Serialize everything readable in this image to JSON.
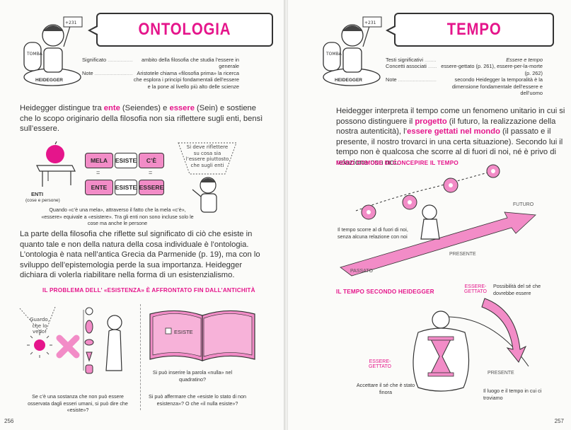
{
  "left_page": {
    "title": "ONTOLOGIA",
    "figure_label": "HEIDEGGER",
    "flag_text": "+231",
    "tomb_text": "TOMBA",
    "definitions": [
      {
        "term": "Significato",
        "value": "ambito della filosofia che studia l’essere in generale"
      },
      {
        "term": "Note",
        "value": "Aristotele chiama «filosofia prima» la ricerca che esplora i principi fondamentali dell’essere e la pone al livello più alto delle scienze"
      }
    ],
    "intro": {
      "p1": "Heidegger distingue tra ",
      "ente": "ente",
      "p2": " (Seiendes) e ",
      "essere": "essere",
      "p3": " (Sein) e sostiene che lo scopo originario della filosofia non sia riflettere sugli enti, bensì sull’essere."
    },
    "enti_label": "ENTI",
    "enti_sub": "(cose e persone)",
    "pills_top": [
      "MELA",
      "ESISTE",
      "C’È"
    ],
    "pills_bottom": [
      "ENTE",
      "ESISTE",
      "ESSERE"
    ],
    "eq_sign": "=",
    "bubble_thought": "Si deve riflettere su cosa sia l’essere piuttosto che sugli enti",
    "caption1": "Quando «c’è una mela», attraverso il fatto che la mela «c’è», «essere» equivale a «esistere». Tra gli enti non sono incluse solo le cose ma anche le persone",
    "paragraph2": "La parte della filosofia che riflette sul significato di ciò che esiste in quanto tale e non della natura della cosa individuale è l’ontologia. L’ontologia è nata nell’antica Grecia da Parmenide (p. 19), ma con lo sviluppo dell’epistemologia perde la sua importanza. Heidegger dichiara di volerla riabilitare nella forma di un esistenzialismo.",
    "section_title": "IL PROBLEMA DELL’ «ESISTENZA» È AFFRONTATO FIN DALL’ANTICHITÀ",
    "look_bubble": "Guardo, che lo vedo!",
    "book_word": "ESISTE",
    "caption_book": "Si può inserire la parola «nulla» nel quadratino?",
    "caption_bottom_left": "Se c’è una sostanza che non può essere osservata dagli esseri umani, si può dire che «esiste»?",
    "caption_bottom_right": "Si può affermare che «esiste lo stato di non esistenza»? O che «il nulla esiste»?",
    "page_number": "256"
  },
  "right_page": {
    "title": "TEMPO",
    "figure_label": "HEIDEGGER",
    "flag_text": "+231",
    "tomb_text": "TOMBA",
    "definitions": [
      {
        "term": "Testi significativi",
        "value": "Essere e tempo"
      },
      {
        "term": "Concetti associati",
        "value": "essere-gettato (p. 261), essere-per-la-morte (p. 262)"
      },
      {
        "term": "Note",
        "value": "secondo Heidegger la temporalità è la dimensione fondamentale dell’essere e dell’uomo"
      }
    ],
    "intro": {
      "p1": "Heidegger interpreta il tempo come un fenomeno unitario in cui si possono distinguere il ",
      "progetto": "progetto",
      "p2": " (il futuro, la realizzazione della nostra autenticità), l’",
      "gettati": "essere gettati nel mondo",
      "p3": " (il passato e il presente, il nostro trovarci in una certa situazione). Secondo lui il tempo non è qualcosa che scorre al di fuori di noi, né è privo di relazione con noi."
    },
    "section1": "MODO COMUNE DI CONCEPIRE IL TEMPO",
    "futuro": "FUTURO",
    "presente": "PRESENTE",
    "passato": "PASSATO",
    "caption_time": "Il tempo scorre al di fuori di noi, senza alcuna relazione con noi",
    "section2": "IL TEMPO SECONDO HEIDEGGER",
    "essere_gettato_top": "ESSERE-GETTATO",
    "possibility": "Possibilità del sé che dovrebbe essere",
    "essere_gettato_low": "ESSERE-GETTATO",
    "accept": "Accettare il sé che è stato finora",
    "presente2": "PRESENTE",
    "place": "Il luogo e il tempo in cui ci troviamo",
    "page_number": "257"
  },
  "colors": {
    "accent": "#e5158b",
    "accent_light": "#f28cc7",
    "page": "#fbfbf9"
  }
}
